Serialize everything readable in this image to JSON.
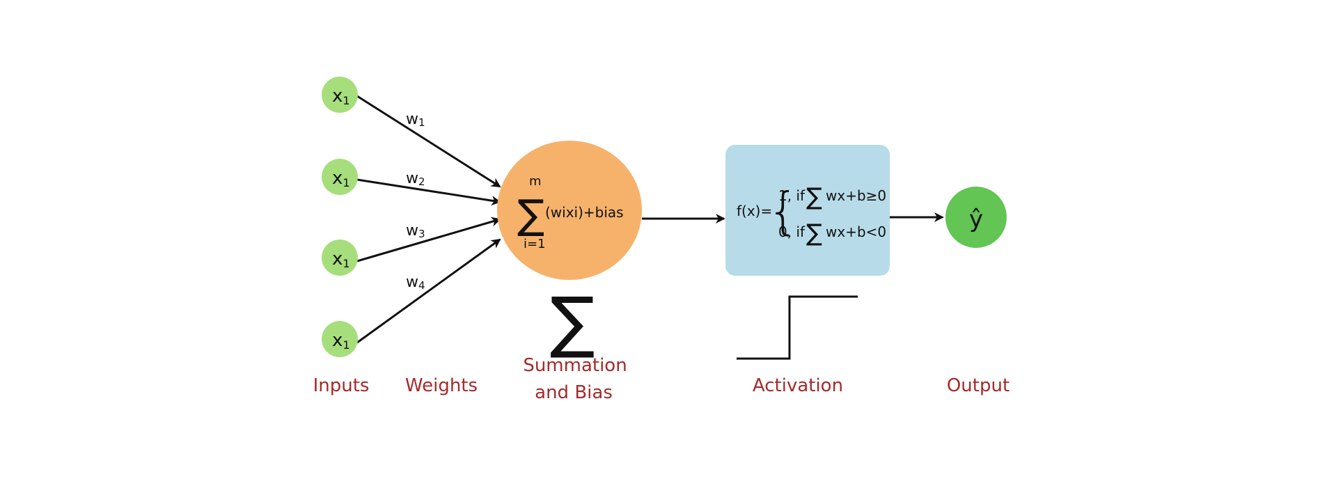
{
  "inputs": [
    {
      "label": "x",
      "sub": "1"
    },
    {
      "label": "x",
      "sub": "1"
    },
    {
      "label": "x",
      "sub": "1"
    },
    {
      "label": "x",
      "sub": "1"
    }
  ],
  "weights": [
    {
      "label": "w",
      "sub": "1"
    },
    {
      "label": "w",
      "sub": "2"
    },
    {
      "label": "w",
      "sub": "3"
    },
    {
      "label": "w",
      "sub": "4"
    }
  ],
  "summation": {
    "sigma": "∑",
    "upper": "m",
    "lower": "i=1",
    "expression": "(wixi)+bias",
    "big_sigma": "∑"
  },
  "activation": {
    "function": "f(x)=",
    "case_one": "1, if",
    "case_one_expr": "wx+b≥0",
    "case_two": "0, if",
    "case_two_expr": "wx+b<0",
    "sigma": "∑"
  },
  "output": {
    "label": "ŷ"
  },
  "captions": {
    "inputs": "Inputs",
    "weights": "Weights",
    "summation_line1": "Summation",
    "summation_line2": "and Bias",
    "activation": "Activation",
    "output": "Output"
  },
  "colors": {
    "input_node": "#a6de7c",
    "sum_node": "#f6b26b",
    "activation_box": "#b7dbe8",
    "output_node": "#62c554",
    "caption": "#a52a2a",
    "stroke": "#111111"
  }
}
